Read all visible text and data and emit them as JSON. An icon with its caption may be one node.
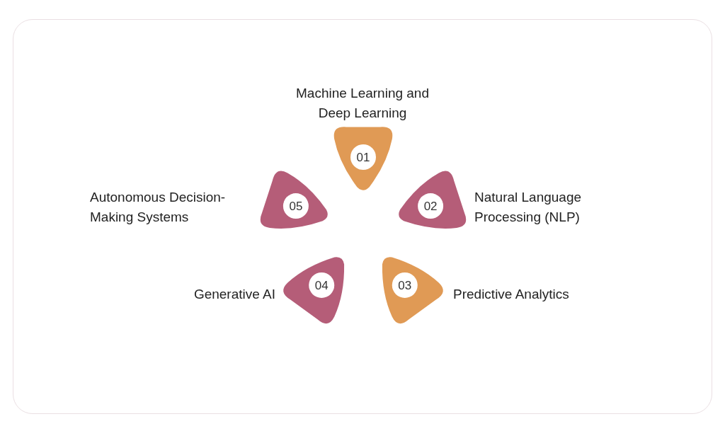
{
  "diagram": {
    "nodes": [
      {
        "text": [
          "01"
        ],
        "beside": [
          "Machine Learning and Deep Learning"
        ]
      },
      {
        "text": [
          "02"
        ],
        "beside": [
          "Natural Language Processing (NLP)"
        ]
      },
      {
        "text": [
          "03"
        ],
        "beside": [
          "Predictive Analytics"
        ]
      },
      {
        "text": [
          "04"
        ],
        "beside": [
          "Generative AI"
        ]
      },
      {
        "text": [
          "05"
        ],
        "beside": [
          "Autonomous Decision-Making Systems"
        ]
      }
    ]
  }
}
